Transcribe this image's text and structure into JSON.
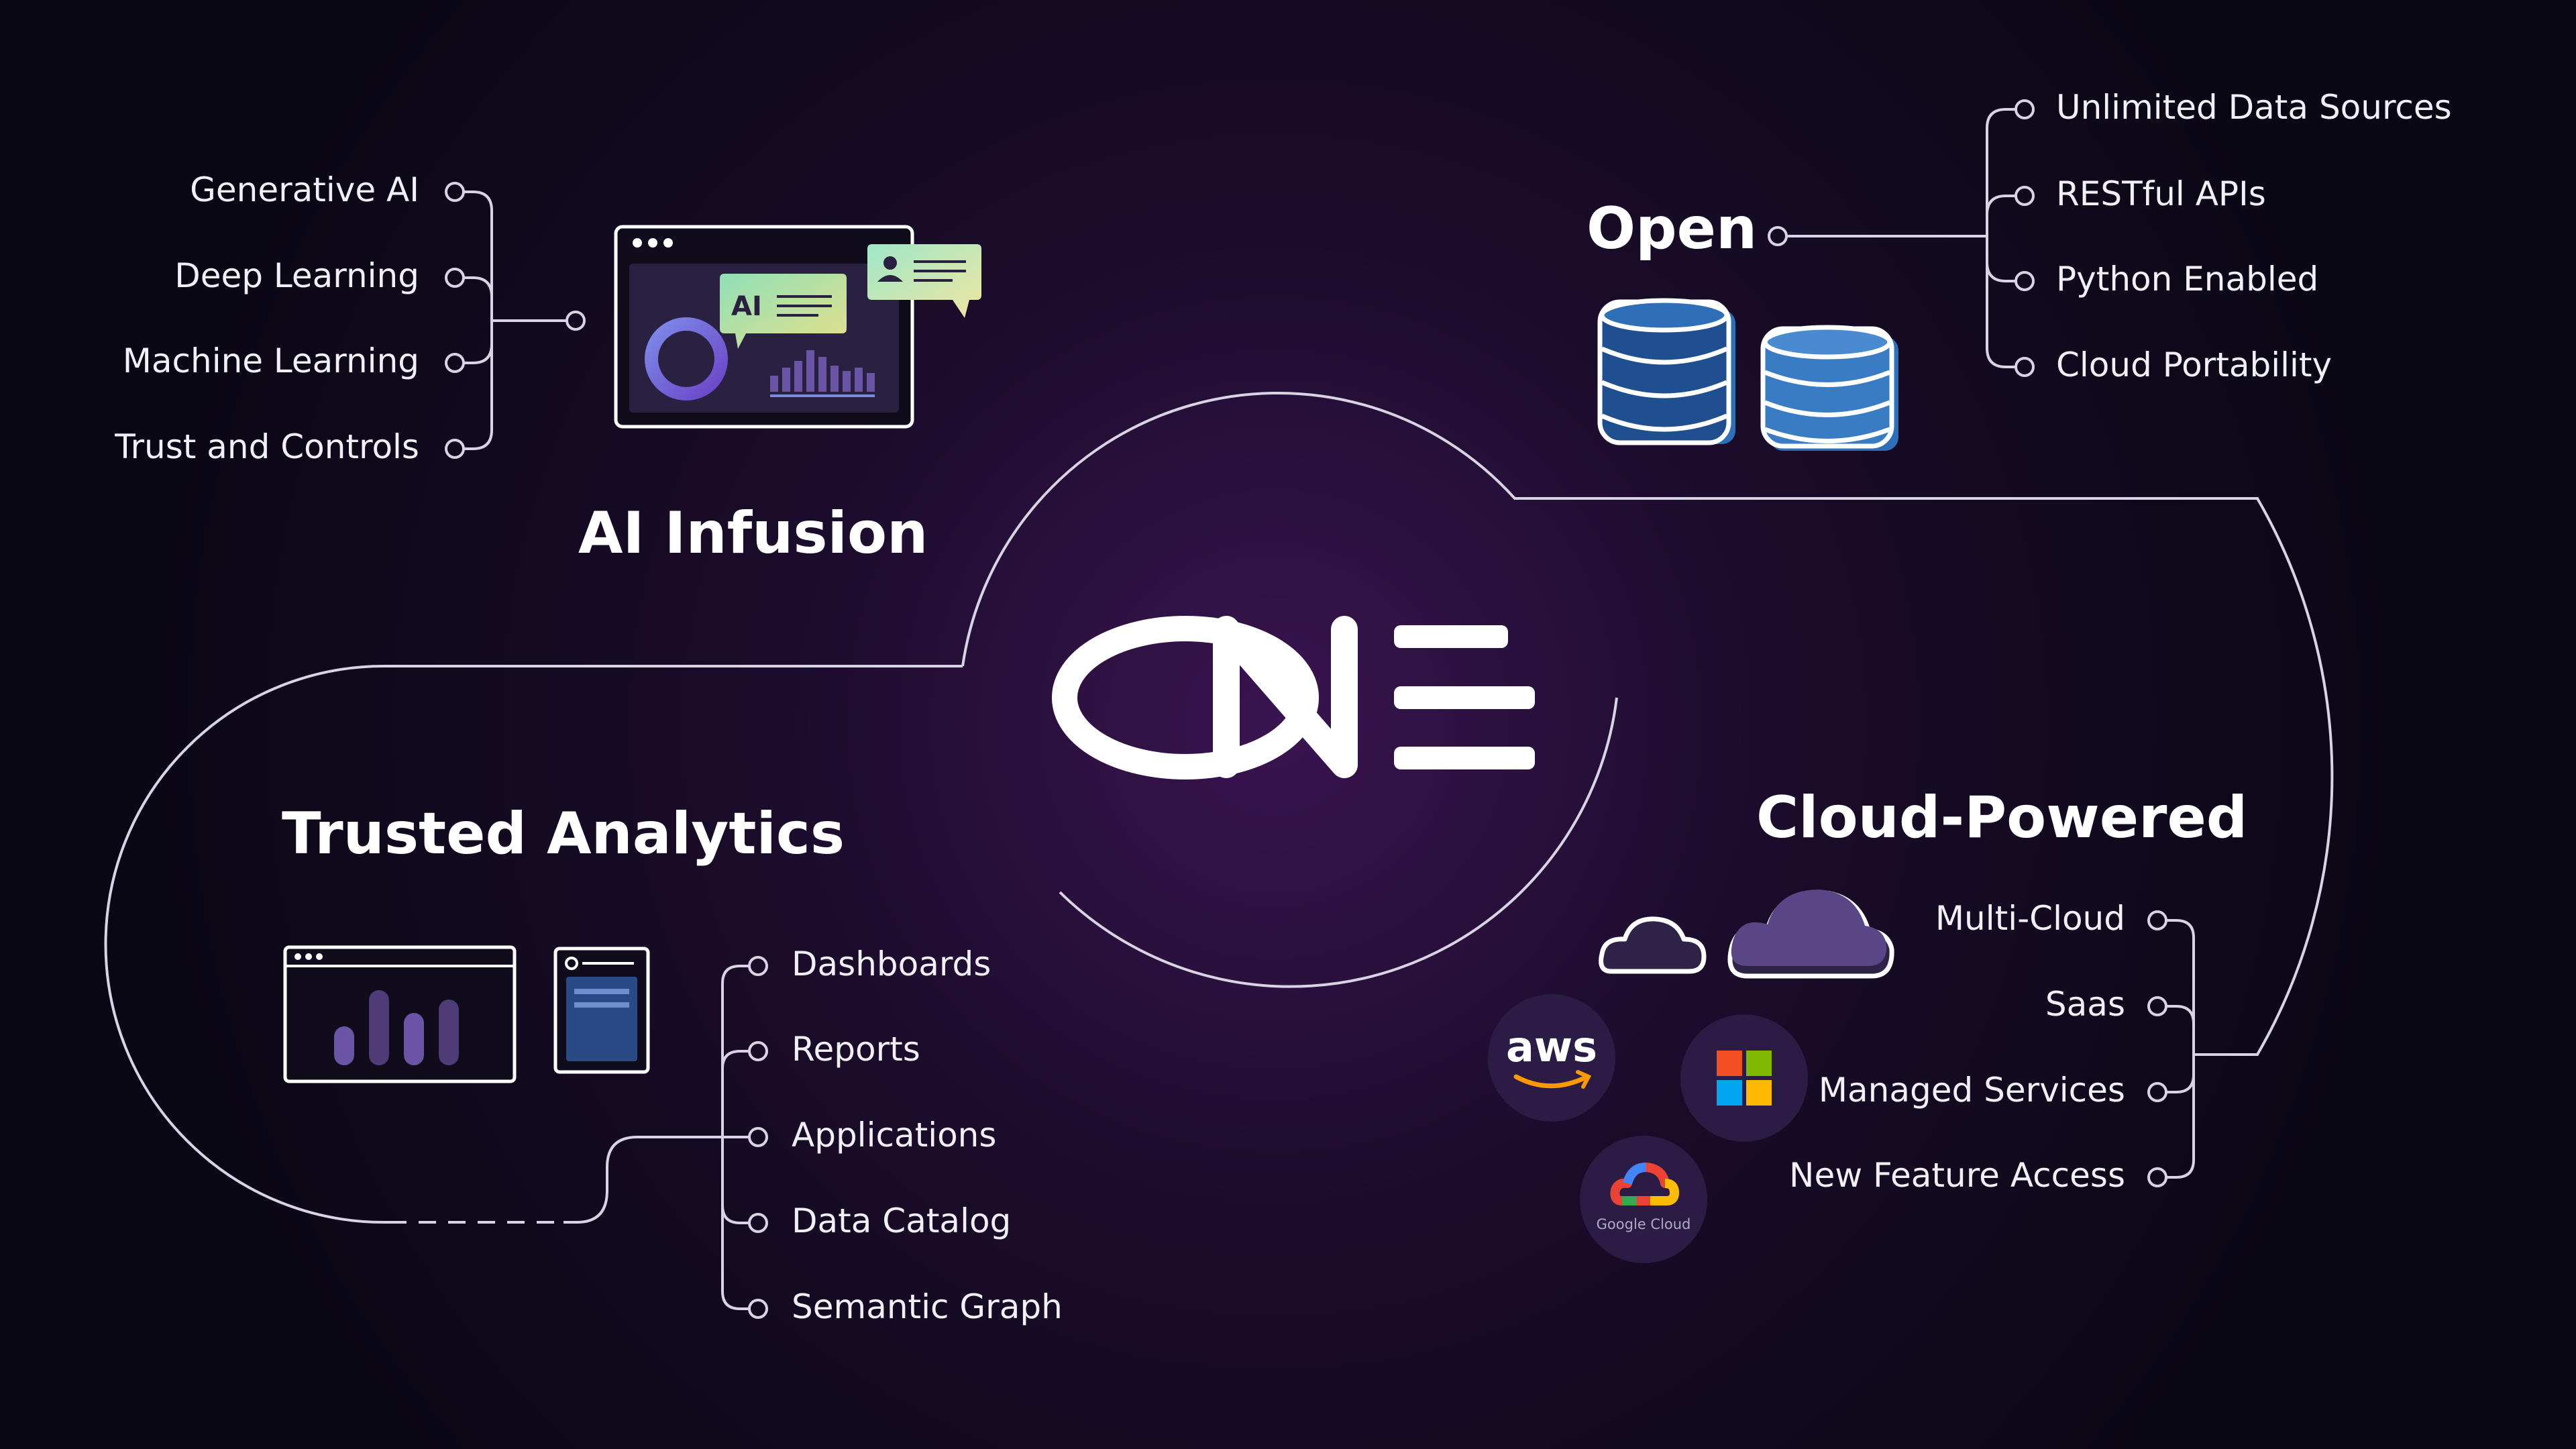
{
  "center": {
    "wordmark": "ONE"
  },
  "ai_infusion": {
    "title": "AI Infusion",
    "items": [
      "Generative AI",
      "Deep Learning",
      "Machine Learning",
      "Trust and Controls"
    ],
    "illustration_badge": "AI"
  },
  "open": {
    "title": "Open",
    "items": [
      "Unlimited Data Sources",
      "RESTful APIs",
      "Python Enabled",
      "Cloud Portability"
    ]
  },
  "trusted_analytics": {
    "title": "Trusted Analytics",
    "items": [
      "Dashboards",
      "Reports",
      "Applications",
      "Data Catalog",
      "Semantic Graph"
    ]
  },
  "cloud_powered": {
    "title": "Cloud-Powered",
    "items": [
      "Multi-Cloud",
      "Saas",
      "Managed Services",
      "New Feature Access"
    ],
    "logos": {
      "aws": "aws",
      "google_cloud": "Google Cloud",
      "microsoft": "microsoft-icon"
    }
  },
  "colors": {
    "background": "#0c0817",
    "glow": "#3a1450",
    "line": "#d8d4e4",
    "db_blue": "#2f6fb8",
    "cloud_purple": "#4e3c78",
    "bar_purple": "#6a54a6"
  }
}
